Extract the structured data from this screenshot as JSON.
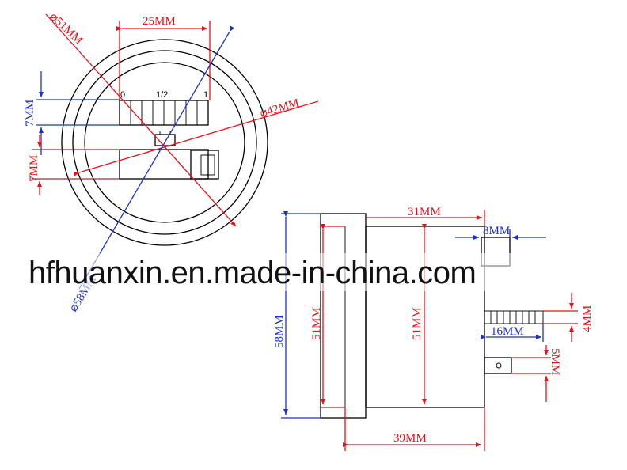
{
  "dimensions": {
    "front_dia_outer": "⌀58MM",
    "front_dia_51": "⌀51MM",
    "front_dia_42": "⌀42MM",
    "front_width_25": "25MM",
    "front_height_top": "7MM",
    "front_height_bottom": "7MM",
    "scale_zero": "0",
    "scale_half": "1/2",
    "scale_one": "1",
    "side_depth_31": "31MM",
    "side_tab_8": "8MM",
    "side_height_58": "58MM",
    "side_height_51_left": "51MM",
    "side_height_51_inner": "51MM",
    "side_terminal_16": "16MM",
    "side_terminal_4": "4MM",
    "side_terminal_5": "5MM",
    "side_length_39": "39MM"
  },
  "watermark": "hfhuanxin.en.made-in-china.com",
  "colors": {
    "dimension_red": "#e8101a",
    "dimension_blue": "#1a2fd0",
    "outline": "#000000"
  }
}
